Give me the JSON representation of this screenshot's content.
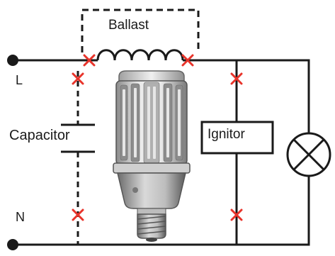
{
  "labels": {
    "ballast": "Ballast",
    "line": "L",
    "neutral": "N",
    "capacitor": "Capacitor",
    "ignitor": "Ignitor"
  },
  "colors": {
    "wire": "#1a1a1a",
    "cut_mark": "#e8332a",
    "bulb_body": "#c8c8c8",
    "led_strip": "#9a9a9a",
    "background": "#ffffff"
  },
  "icons": {
    "cut": "cross-mark",
    "lamp": "lamp-symbol-circle-x",
    "terminal": "filled-dot",
    "inductor": "coil",
    "bulb": "led-corn-bulb"
  }
}
